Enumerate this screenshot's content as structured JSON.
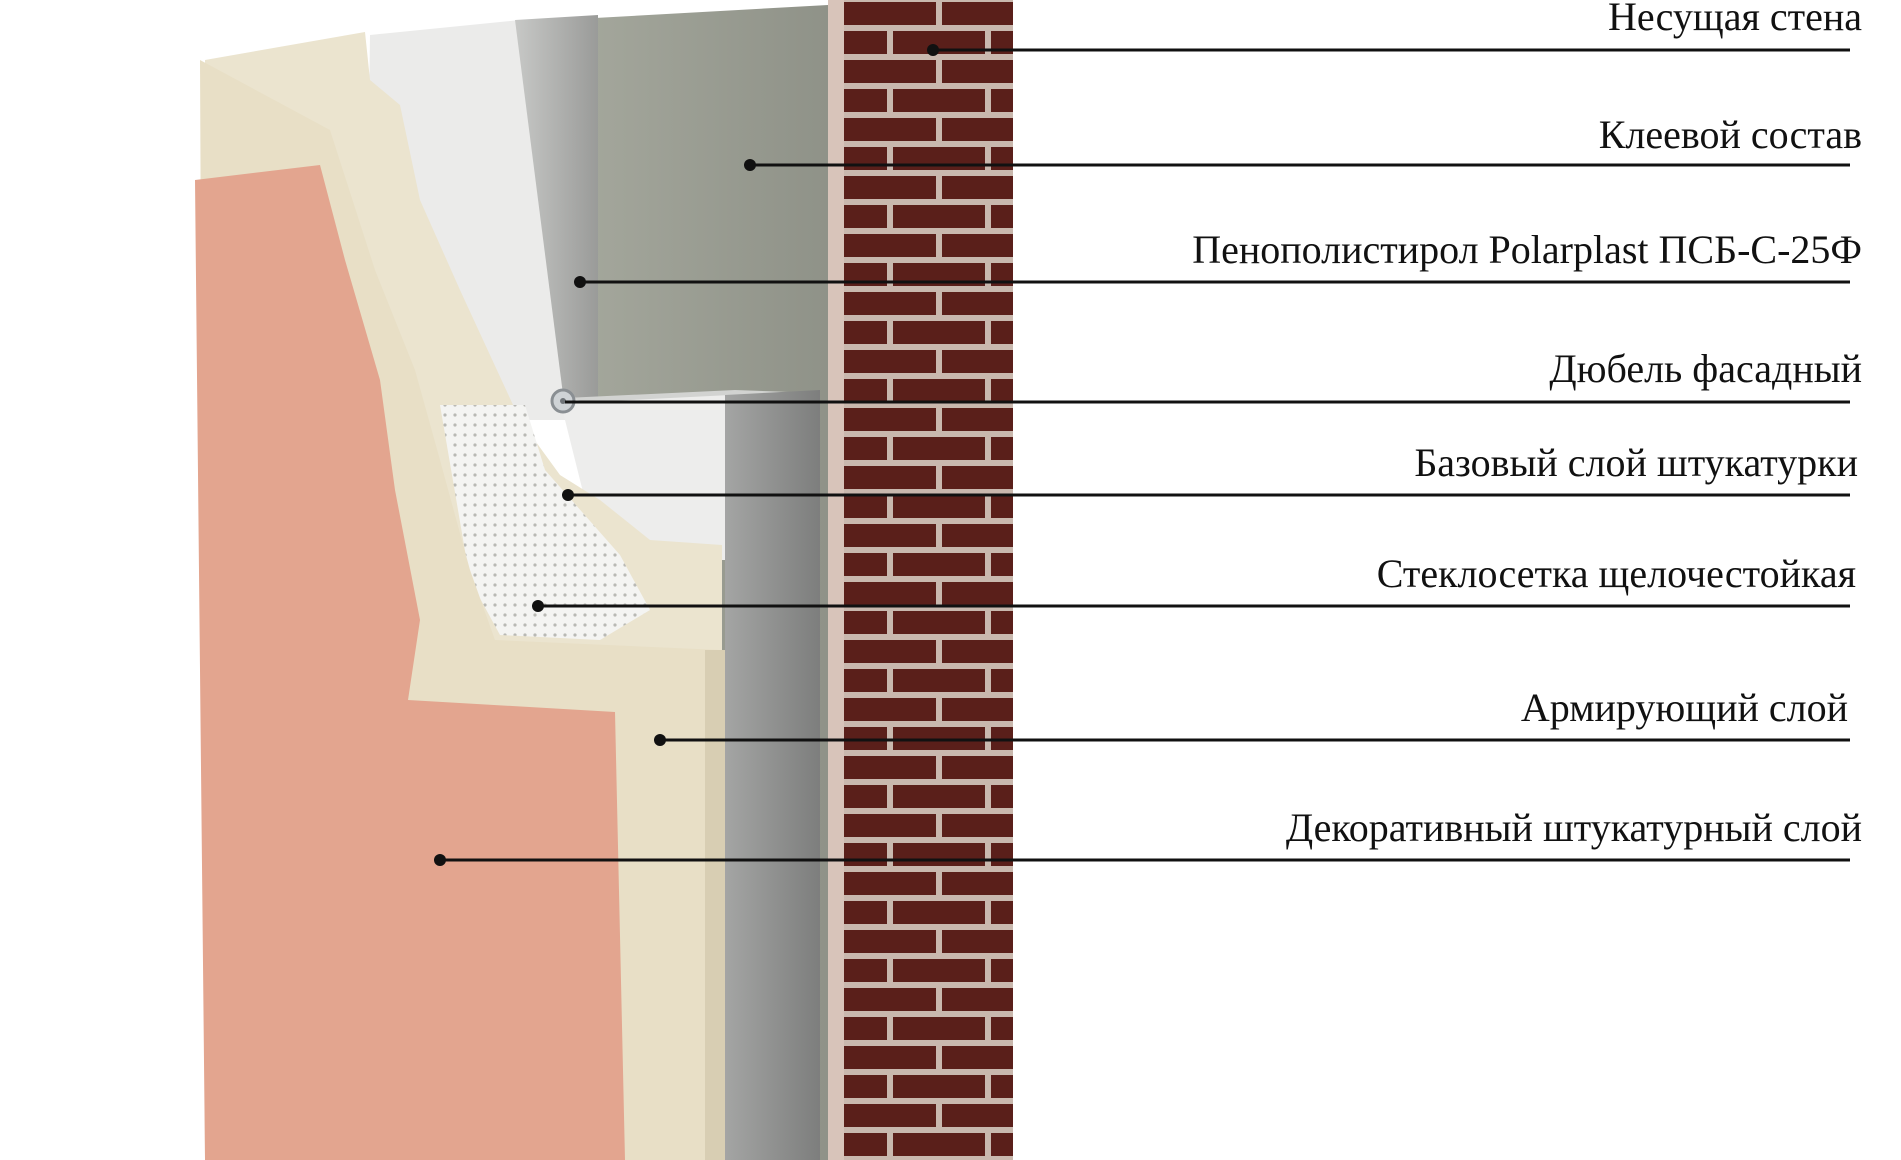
{
  "layers": [
    {
      "id": "load-bearing-wall",
      "label": "Несущая стена",
      "color": "#5a1f1a"
    },
    {
      "id": "adhesive",
      "label": "Клеевой состав",
      "color": "#9b9e93"
    },
    {
      "id": "insulation",
      "label": "Пенополистирол Polarplast ПСБ-С-25Ф",
      "color": "#ececea"
    },
    {
      "id": "dowel",
      "label": "Дюбель фасадный",
      "color": "#cfd3d6"
    },
    {
      "id": "base-plaster",
      "label": "Базовый слой штукатурки",
      "color": "#ebe4cf"
    },
    {
      "id": "fiberglass-mesh",
      "label": "Стеклосетка щелочестойкая",
      "color": "#f4f4f2"
    },
    {
      "id": "reinforcing-layer",
      "label": "Армирующий слой",
      "color": "#e8dfc6"
    },
    {
      "id": "decorative-plaster",
      "label": "Декоративный штукатурный слой",
      "color": "#e3a58f"
    }
  ],
  "colors": {
    "brick": "#5a1f1a",
    "mortar": "#c9b8ae",
    "leader": "#111111",
    "background": "#ffffff"
  }
}
